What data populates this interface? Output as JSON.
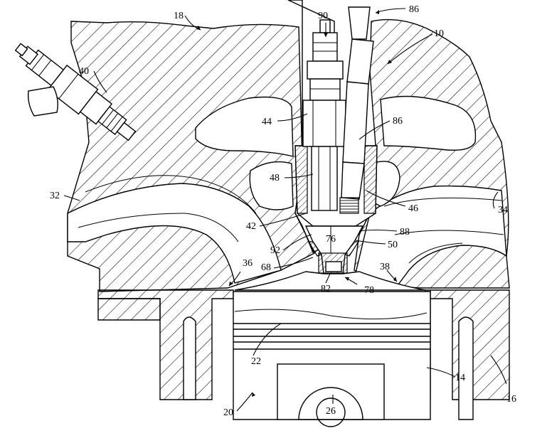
{
  "figure": {
    "reference_numerals": [
      {
        "id": "n18",
        "text": "18"
      },
      {
        "id": "n90",
        "text": "90"
      },
      {
        "id": "n86a",
        "text": "86"
      },
      {
        "id": "n10",
        "text": "10"
      },
      {
        "id": "n40",
        "text": "40"
      },
      {
        "id": "n44",
        "text": "44"
      },
      {
        "id": "n86b",
        "text": "86"
      },
      {
        "id": "n48",
        "text": "48"
      },
      {
        "id": "n32",
        "text": "32"
      },
      {
        "id": "n46",
        "text": "46"
      },
      {
        "id": "n34",
        "text": "34"
      },
      {
        "id": "n42",
        "text": "42"
      },
      {
        "id": "n88",
        "text": "88"
      },
      {
        "id": "n76",
        "text": "76"
      },
      {
        "id": "n92",
        "text": "92"
      },
      {
        "id": "n50",
        "text": "50"
      },
      {
        "id": "n68",
        "text": "68"
      },
      {
        "id": "n36",
        "text": "36"
      },
      {
        "id": "n38",
        "text": "38"
      },
      {
        "id": "n82",
        "text": "82"
      },
      {
        "id": "n78",
        "text": "78"
      },
      {
        "id": "n22",
        "text": "22"
      },
      {
        "id": "n14",
        "text": "14"
      },
      {
        "id": "n16",
        "text": "16"
      },
      {
        "id": "n20",
        "text": "20"
      },
      {
        "id": "n26",
        "text": "26"
      }
    ]
  }
}
